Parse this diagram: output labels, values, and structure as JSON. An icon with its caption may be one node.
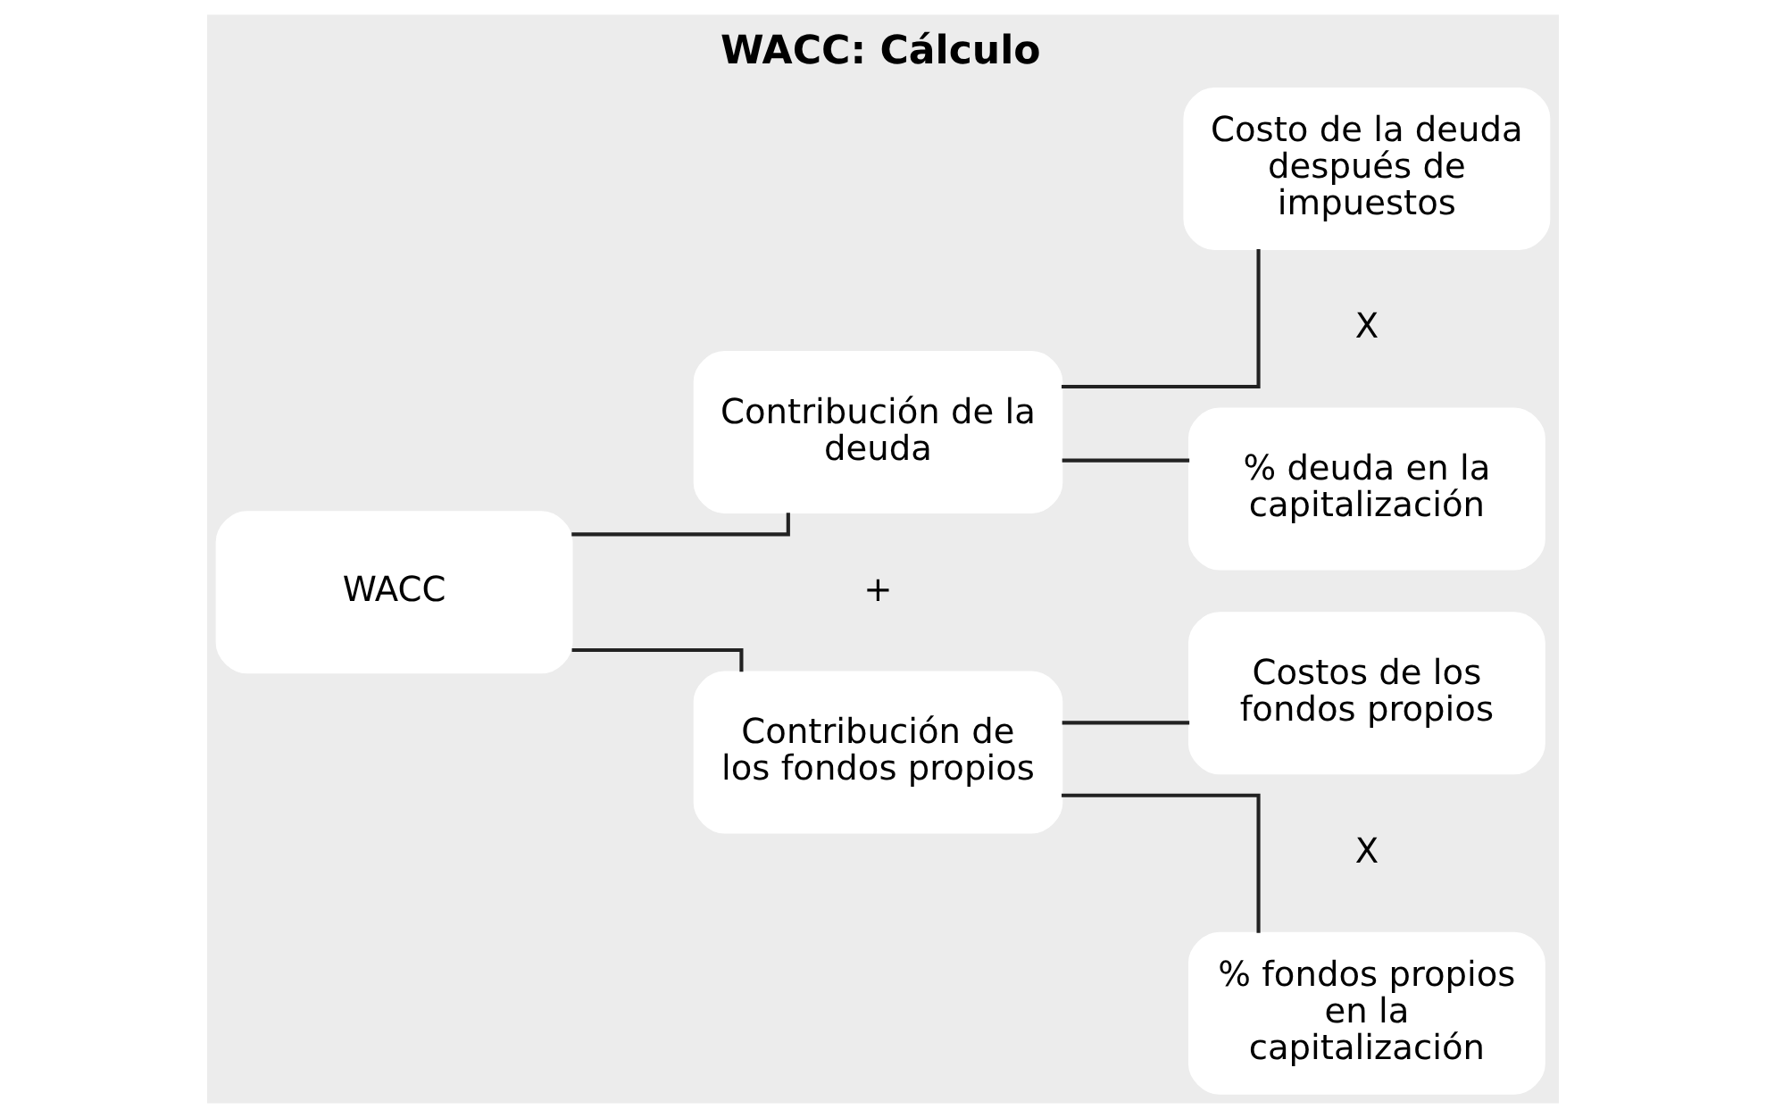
{
  "diagram": {
    "title": "WACC: Cálculo",
    "nodes": [
      {
        "text": [
          "WACC"
        ]
      },
      {
        "text": [
          "Contribución de la deuda"
        ]
      },
      {
        "text": [
          "Costo de la deuda después de impuestos"
        ]
      },
      {
        "text": [
          "% deuda en la capitalización"
        ]
      },
      {
        "text": [
          "Contribución de los fondos propios"
        ]
      },
      {
        "text": [
          "Costos de los fondos propios"
        ]
      },
      {
        "text": [
          "% fondos propios en la capitalización"
        ]
      }
    ],
    "edges": [
      {
        "from": 0,
        "to": 1,
        "arrow": "none"
      },
      {
        "from": 0,
        "to": 4,
        "arrow": "none"
      },
      {
        "from": 1,
        "to": 2,
        "arrow": "none"
      },
      {
        "from": 1,
        "to": 3,
        "arrow": "none"
      },
      {
        "from": 4,
        "to": 5,
        "arrow": "none"
      },
      {
        "from": 4,
        "to": 6,
        "arrow": "none"
      }
    ],
    "labels": [
      "X",
      "+",
      "X"
    ]
  }
}
